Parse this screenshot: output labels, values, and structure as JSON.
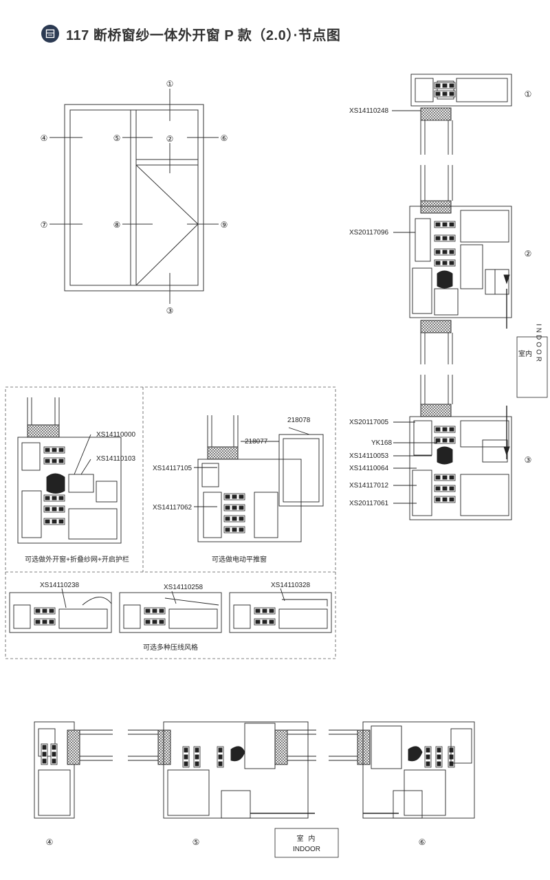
{
  "header": {
    "title": "117 断桥窗纱一体外开窗 P 款（2.0）·节点图"
  },
  "elevation": {
    "markers": [
      "①",
      "②",
      "③",
      "④",
      "⑤",
      "⑥",
      "⑦",
      "⑧",
      "⑨"
    ]
  },
  "right_section": {
    "markers": [
      "①",
      "②",
      "③"
    ],
    "labels": [
      "XS14110248",
      "XS20117096",
      "XS20117005",
      "YK168",
      "XS14110053",
      "XS14110064",
      "XS14117012",
      "XS20117061"
    ],
    "indoor_cn": "室内",
    "indoor_en": "INDOOR"
  },
  "options": {
    "panel1": {
      "labels": [
        "XS14110000",
        "XS14110103"
      ],
      "caption": "可选做外开窗+折叠纱网+开启护栏"
    },
    "panel2": {
      "labels": [
        "218078",
        "218077",
        "XS14117105",
        "XS14117062"
      ],
      "caption": "可选做电动平推窗"
    },
    "panel3": {
      "labels": [
        "XS14110238",
        "XS14110258",
        "XS14110328"
      ],
      "caption": "可选多种压线风格"
    }
  },
  "bottom_section": {
    "markers": [
      "④",
      "⑤",
      "⑥"
    ],
    "indoor_cn": "室 内",
    "indoor_en": "INDOOR"
  }
}
